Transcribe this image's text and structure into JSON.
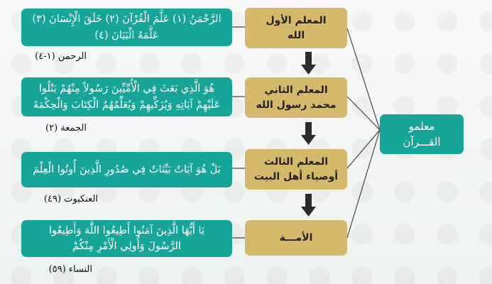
{
  "root": {
    "line1": "معلمو",
    "line2": "القـــرآن"
  },
  "teachers": [
    {
      "line1": "المعلم الأول",
      "line2": "الله"
    },
    {
      "line1": "المعلم الثاني",
      "line2": "محمد رسول الله"
    },
    {
      "line1": "المعلم الثالث",
      "line2": "أوصياء أهل البيت"
    },
    {
      "line1": "الأمـــة",
      "line2": ""
    }
  ],
  "verses": [
    {
      "text": "الرَّحْمَنُ (١) عَلَّمَ الْقُرْآنَ (٢) خَلَقَ الْإِنْسَانَ (٣) عَلَّمَهُ الْبَيَانَ (٤)",
      "ref": "الرحمن (١-٤)"
    },
    {
      "text": "هُوَ الَّذِي بَعَثَ فِي الْأُمِّيِّينَ رَسُولاً مِنْهُمْ يَتْلُوا عَلَيْهِمْ آيَاتِهِ وَيُزَكِّيهِمْ وَيُعَلِّمُهُمُ الْكِتَابَ وَالْحِكْمَةَ",
      "ref": "الجمعة (٢)"
    },
    {
      "text": "بَلْ هُوَ آيَاتٌ بَيِّنَاتٌ فِي صُدُورِ الَّذِينَ أُوتُوا الْعِلْمَ",
      "ref": "العنكبوت (٤٩)"
    },
    {
      "text": "يَا أَيُّهَا الَّذِينَ آمَنُوا أَطِيعُوا اللَّهَ وَأَطِيعُوا الرَّسُولَ وَأُولِي الْأَمْرِ مِنْكُمْ",
      "ref": "النساء (٥٩)"
    }
  ],
  "colors": {
    "teal": "#17a59a",
    "gold": "#d5b96a",
    "arrow": "#2b2b2b"
  }
}
